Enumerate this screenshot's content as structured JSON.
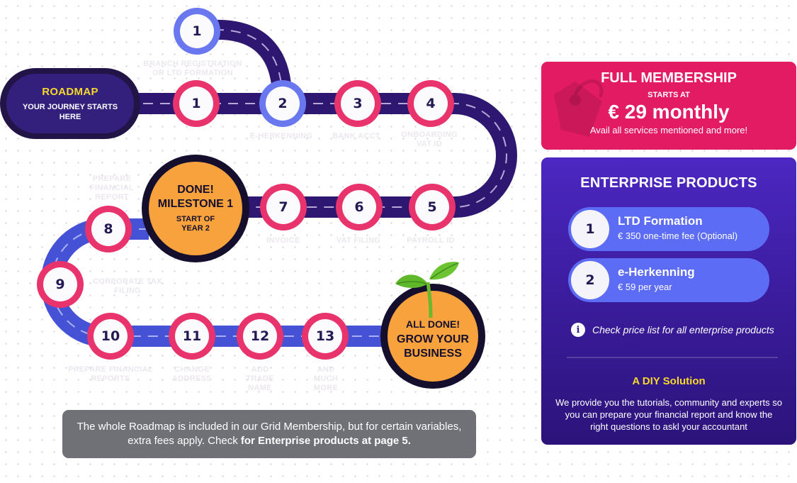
{
  "roadmap": {
    "title": "ROADMAP",
    "subtitle": "YOUR JOURNEY STARTS HERE"
  },
  "steps": [
    {
      "id": "1-top",
      "label": "1",
      "variant": "blue"
    },
    {
      "id": "1",
      "label": "1",
      "variant": "pink"
    },
    {
      "id": "2",
      "label": "2",
      "variant": "blue"
    },
    {
      "id": "3",
      "label": "3",
      "variant": "pink"
    },
    {
      "id": "4",
      "label": "4",
      "variant": "pink"
    },
    {
      "id": "5",
      "label": "5",
      "variant": "pink"
    },
    {
      "id": "6",
      "label": "6",
      "variant": "pink"
    },
    {
      "id": "7",
      "label": "7",
      "variant": "pink"
    },
    {
      "id": "8",
      "label": "8",
      "variant": "pink"
    },
    {
      "id": "9",
      "label": "9",
      "variant": "pink"
    },
    {
      "id": "10",
      "label": "10",
      "variant": "pink"
    },
    {
      "id": "11",
      "label": "11",
      "variant": "pink"
    },
    {
      "id": "12",
      "label": "12",
      "variant": "pink"
    },
    {
      "id": "13",
      "label": "13",
      "variant": "pink"
    }
  ],
  "faint_captions": {
    "branch": "BRANCH REGISTRATION OR LTD FORMATION",
    "eherkenning": "E-HERKENNING",
    "bank": "BANK ACCT",
    "vat": "ONBOARDING VAT ID",
    "prepare_fin": "PREPARE FINANCIAL REPORT",
    "invoice": "INVOICE",
    "vat_filing": "VAT FILING",
    "payroll": "PAYROLL ID",
    "corp_tax": "CORPORATE TAX FILING",
    "prepare_fin2": "PREPARE FINANCIAL REPORTS",
    "change_address": "CHANGE ADDRESS",
    "add_trade": "ADD TRADE NAME",
    "and_much": "AND MUCH MORE"
  },
  "milestone1": {
    "line1": "DONE!",
    "line2": "MILESTONE 1",
    "line3": "START OF YEAR 2"
  },
  "alldone": {
    "line1": "ALL DONE!",
    "line2": "GROW YOUR BUSINESS"
  },
  "note": {
    "text": "The whole Roadmap is included in our Grid Membership, but for certain variables, extra fees apply. Check ",
    "bold": "for Enterprise products at page 5."
  },
  "full_membership": {
    "title": "FULL MEMBERSHIP",
    "starts_at": "STARTS AT",
    "price": "€ 29 monthly",
    "note": "Avail all services mentioned and more!"
  },
  "enterprise": {
    "title": "ENTERPRISE PRODUCTS",
    "products": [
      {
        "num": "1",
        "name": "LTD Formation",
        "price": "€ 350 one-time fee (Optional)"
      },
      {
        "num": "2",
        "name": "e-Herkenning",
        "price": "€ 59 per year"
      }
    ],
    "info_text": "Check price list for all enterprise products",
    "diy_title": "A DIY Solution",
    "diy_body": "We provide you the tutorials, community and experts so you can prepare your financial report and know the right questions to askl your accountant"
  },
  "colors": {
    "road": "#2e1770",
    "road_blue": "#4552d6",
    "pink": "#e8336d",
    "blue_node": "#6a78f0",
    "orange": "#f7a23c",
    "yellow": "#f6d82a",
    "full_bg": "#e31b63",
    "ent_bg": "#3a1c9c"
  }
}
